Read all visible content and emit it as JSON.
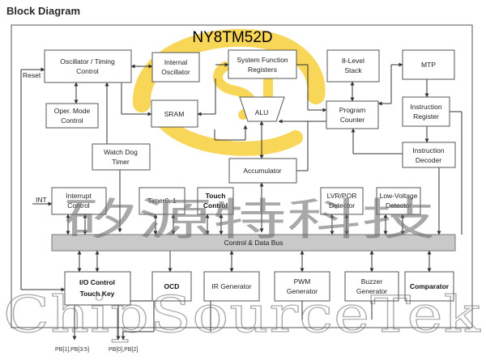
{
  "title": "Block Diagram",
  "chip_name": "NY8TM52D",
  "blocks": {
    "oscillator_timing_control": [
      "Oscillator / Timing",
      "Control"
    ],
    "internal_oscillator": [
      "Internal",
      "Oscillator"
    ],
    "system_function_registers": [
      "System Function",
      "Registers"
    ],
    "stack": [
      "8-Level",
      "Stack"
    ],
    "mtp": [
      "MTP"
    ],
    "oper_mode_control": [
      "Oper. Mode",
      "Control"
    ],
    "sram": [
      "SRAM"
    ],
    "alu": [
      "ALU"
    ],
    "program_counter": [
      "Program",
      "Counter"
    ],
    "instruction_register": [
      "Instruction",
      "Register"
    ],
    "watch_dog_timer": [
      "Watch Dog",
      "Timer"
    ],
    "accumulator": [
      "Accumulator"
    ],
    "instruction_decoder": [
      "Instruction",
      "Decoder"
    ],
    "interrupt_control": [
      "Interrupt",
      "Control"
    ],
    "timer": [
      "Timer0, 1"
    ],
    "touch_control": [
      "Touch",
      "Control"
    ],
    "lvr_por_detector": [
      "LVR/POR",
      "Detector"
    ],
    "low_voltage_detector": [
      "Low-Voltage",
      "Detector"
    ],
    "control_data_bus": [
      "Control & Data Bus"
    ],
    "io_control_touch_key": [
      "I/O Control",
      "Touch Key"
    ],
    "ocd": [
      "OCD"
    ],
    "ir_generator": [
      "IR Generator"
    ],
    "pwm_generator": [
      "PWM",
      "Generator"
    ],
    "buzzer_generator": [
      "Buzzer",
      "Generator"
    ],
    "comparator": [
      "Comparator"
    ]
  },
  "signals": {
    "reset": "Reset",
    "int": "INT",
    "pins_left": "PB[1],PB[3:5]",
    "pins_right": "PB[0],PB[2]"
  },
  "watermark": {
    "chinese": "矽源特科技",
    "english": "ChipSourceTek",
    "logo_text": "ST"
  },
  "colors": {
    "logo": "#f7cf3c",
    "bus_fill": "#c9c9c9",
    "block_border": "#555555",
    "line": "#333333"
  }
}
